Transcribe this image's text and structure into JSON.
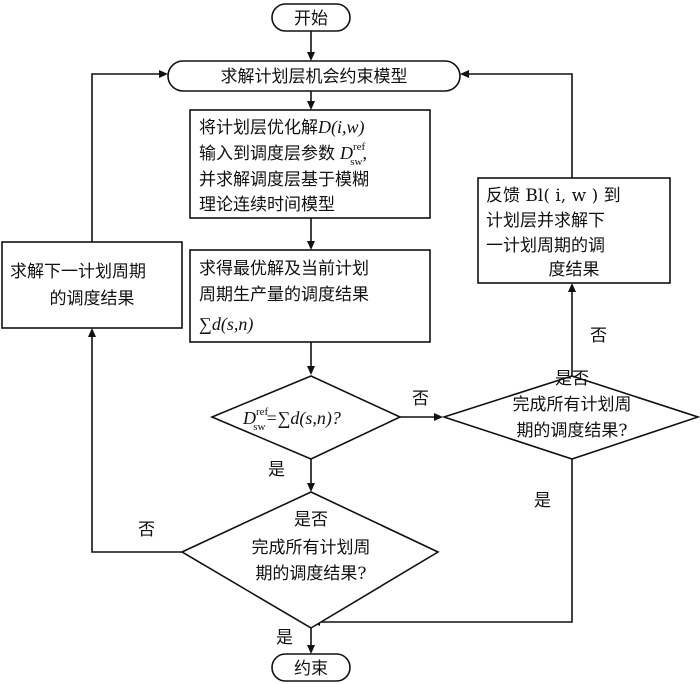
{
  "nodes": {
    "start": "开始",
    "solve_plan_model": "求解计划层机会约束模型",
    "input_opt": {
      "line1_prefix": "将计划层优化解",
      "line1_math": "D(i,w)",
      "line2_prefix": "输入到调度层参数",
      "line2_var": "D",
      "line2_sup": "ref",
      "line2_sub": "sw",
      "line2_suffix": ",",
      "line3": "并求解调度层基于模糊",
      "line4": "理论连续时间模型"
    },
    "optimal_result": {
      "line1": "求得最优解及当前计划",
      "line2": "周期生产量的调度结果",
      "line3": "∑d(s,n)"
    },
    "compare_decision": {
      "var": "D",
      "sup": "ref",
      "sub": "sw",
      "rest": "=∑d(s,n)?"
    },
    "complete_decision_bottom": {
      "line1": "是否",
      "line2": "完成所有计划周",
      "line3": "期的调度结果?"
    },
    "complete_decision_right": {
      "line1": "是否",
      "line2": "完成所有计划周",
      "line3": "期的调度结果?"
    },
    "feedback": {
      "line1": "反馈 Bl( i, w ) 到",
      "line2": "计划层并求解下",
      "line3": "一计划周期的调",
      "line4": "度结果"
    },
    "next_period": {
      "line1": "求解下一计划周期",
      "line2": "的调度结果"
    },
    "end": "约束"
  },
  "edge_labels": {
    "compare_no": "否",
    "compare_yes": "是",
    "bottom_no": "否",
    "bottom_yes": "是",
    "right_yes": "是",
    "right_no": "否"
  }
}
